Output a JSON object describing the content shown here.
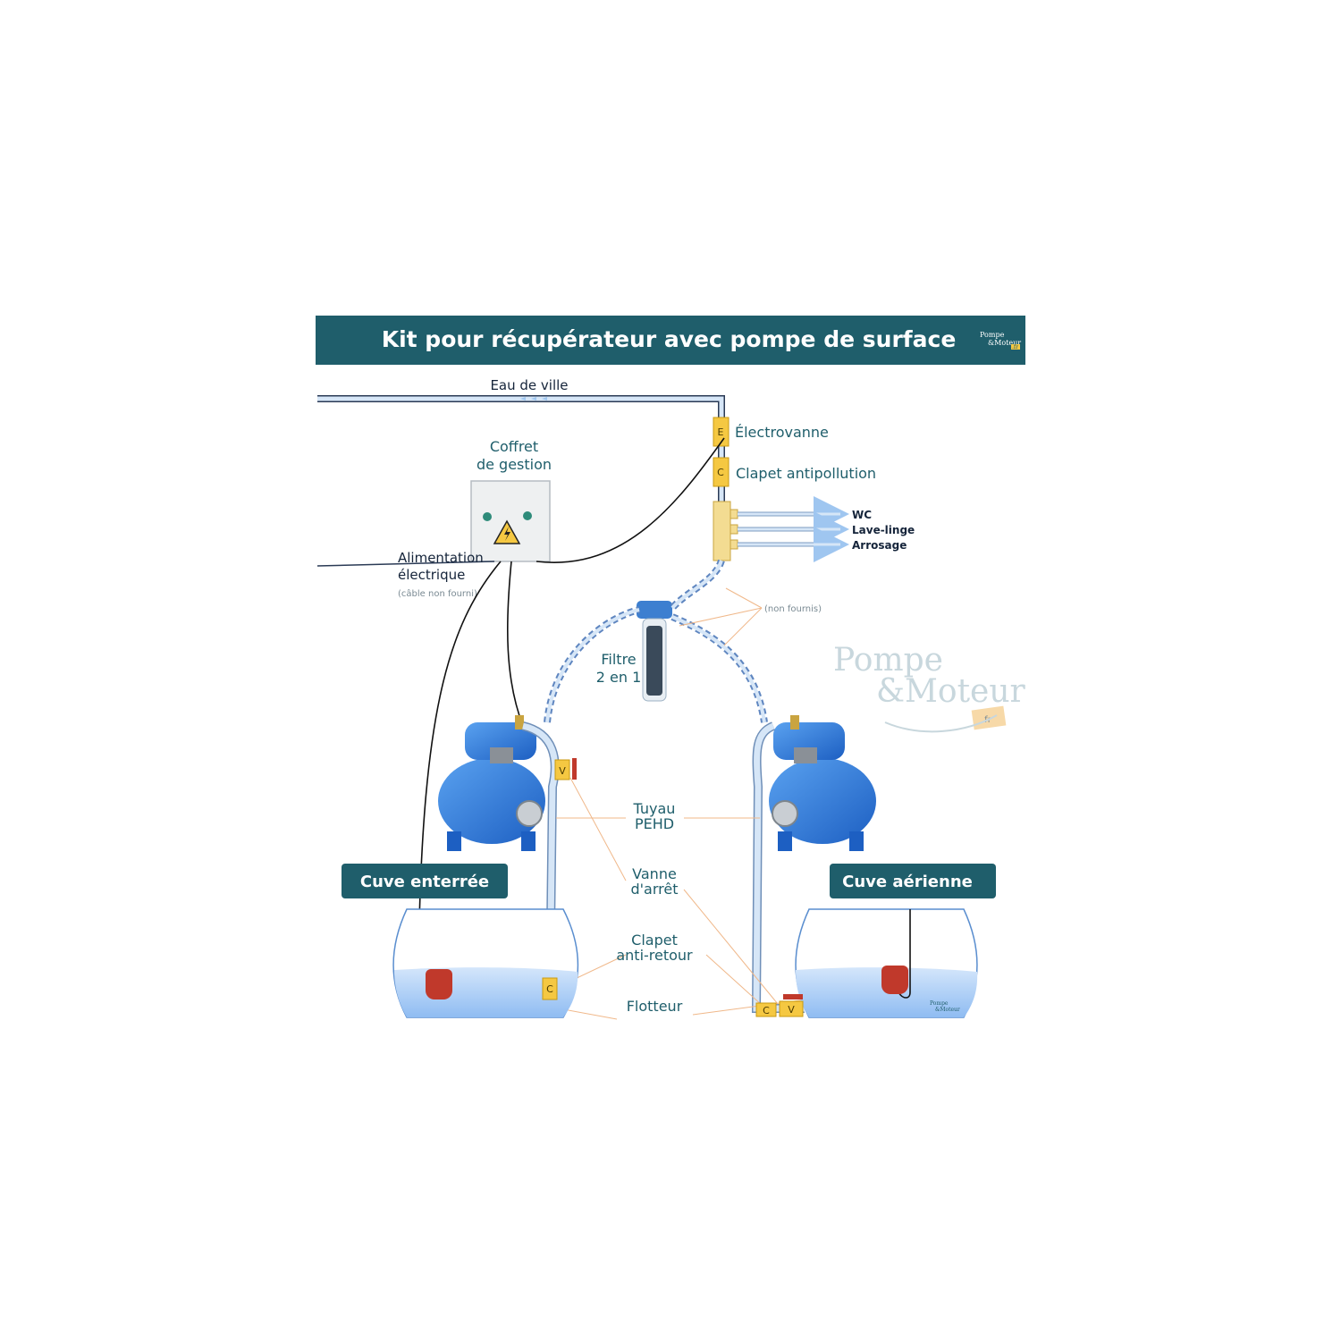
{
  "header": {
    "title": "Kit pour récupérateur avec pompe de surface",
    "logo_line1": "Pompe",
    "logo_line2": "&Moteur",
    "logo_tld": ".fr"
  },
  "labels": {
    "eau_de_ville": "Eau de ville",
    "coffret_line1": "Coffret",
    "coffret_line2": "de gestion",
    "alimentation_line1": "Alimentation",
    "alimentation_line2": "électrique",
    "alimentation_note": "(câble non fourni)",
    "electrovanne": "Électrovanne",
    "clapet_antipollution": "Clapet antipollution",
    "non_fournis": "(non fournis)",
    "filtre_line1": "Filtre",
    "filtre_line2": "2 en 1",
    "tuyau_line1": "Tuyau",
    "tuyau_line2": "PEHD",
    "vanne_line1": "Vanne",
    "vanne_line2": "d'arrêt",
    "clapet_line1": "Clapet",
    "clapet_line2": "anti-retour",
    "flotteur": "Flotteur"
  },
  "outputs": [
    "WC",
    "Lave-linge",
    "Arrosage"
  ],
  "component_tags": {
    "electrovanne": "E",
    "clapet": "C",
    "vanne": "V"
  },
  "tanks": {
    "left": "Cuve enterrée",
    "right": "Cuve aérienne"
  },
  "watermark": {
    "line1": "Pompe",
    "line2": "&Moteur",
    "tld": ".fr"
  },
  "colors": {
    "header_bg": "#1f5e6b",
    "pipe": "#d6e6f7",
    "water": "#b8d4f5",
    "tag_fill": "#f5c842",
    "pump_blue": "#2f7de0"
  }
}
